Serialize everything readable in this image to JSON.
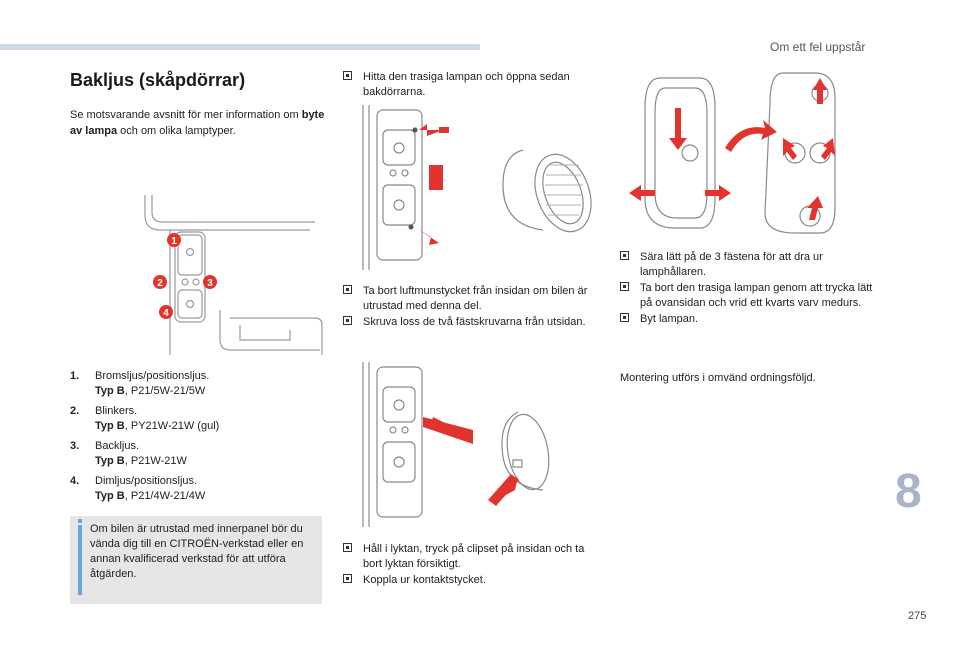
{
  "header": {
    "section": "Om ett fel uppstår"
  },
  "title": "Bakljus (skåpdörrar)",
  "intro": {
    "before": "Se motsvarande avsnitt för mer information om ",
    "bold": "byte av lampa",
    "after": " och om olika lamptyper."
  },
  "figure1": {
    "callouts": [
      "1",
      "2",
      "3",
      "4"
    ],
    "accent": "#e2342f"
  },
  "legend": [
    {
      "num": "1.",
      "name": "Bromsljus/positionsljus.",
      "typ": "Typ B",
      "spec": ", P21/5W-21/5W"
    },
    {
      "num": "2.",
      "name": "Blinkers.",
      "typ": "Typ B",
      "spec": ", PY21W-21W (gul)"
    },
    {
      "num": "3.",
      "name": "Backljus.",
      "typ": "Typ B",
      "spec": ", P21W-21W"
    },
    {
      "num": "4.",
      "name": "Dimljus/positionsljus.",
      "typ": "Typ B",
      "spec": ", P21/4W-21/4W"
    }
  ],
  "note": "Om bilen är utrustad med innerpanel bör du vända dig till en CITROËN-verkstad eller en annan kvalificerad verkstad för att utföra åtgärden.",
  "col2": {
    "steps_a": [
      "Hitta den trasiga lampan och öppna sedan bakdörrarna."
    ],
    "steps_b": [
      "Ta bort luftmunstycket från insidan om bilen är utrustad med denna del.",
      "Skruva loss de två fästskruvarna från utsidan."
    ],
    "steps_c": [
      "Håll i lyktan, tryck på clipset på insidan och ta bort lyktan försiktigt.",
      "Koppla ur kontaktstycket."
    ]
  },
  "col3": {
    "steps": [
      "Sära lätt på de 3 fästena för att dra ur lamphållaren.",
      "Ta bort den trasiga lampan genom att trycka lätt på ovansidan och vrid ett kvarts varv medurs.",
      "Byt lampan."
    ],
    "footer": "Montering utförs i omvänd ordningsföljd."
  },
  "chapter_number": "8",
  "page_number": "275",
  "colors": {
    "accent": "#e2342f",
    "note_bg": "#e6e6e6",
    "note_bar": "#6aa6d9",
    "chapter": "#a9b4c8"
  }
}
